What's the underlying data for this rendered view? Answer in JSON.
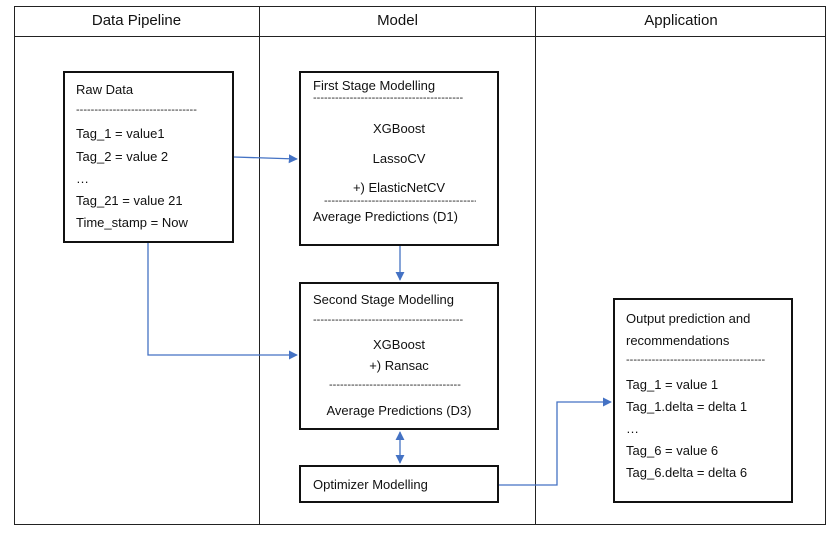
{
  "headers": {
    "data_pipeline": "Data Pipeline",
    "model": "Model",
    "application": "Application"
  },
  "raw_data": {
    "title": "Raw Data",
    "separator": "---------------------------------",
    "lines": [
      "Tag_1  = value1",
      "Tag_2  = value 2",
      "…",
      "Tag_21  = value  21",
      "Time_stamp  = Now"
    ]
  },
  "first_stage": {
    "title": "First Stage Modelling",
    "separator": "-----------------------------------------",
    "models": [
      "XGBoost",
      "LassoCV",
      "+)  ElasticNetCV"
    ],
    "separator2": "-------------------------------------------",
    "result": "Average Predictions (D1)"
  },
  "second_stage": {
    "title": "Second Stage Modelling",
    "separator": "-----------------------------------------",
    "models": [
      "XGBoost",
      "+) Ransac"
    ],
    "separator2": "------------------------------------",
    "result": "Average Predictions (D3)"
  },
  "optimizer": {
    "title": "Optimizer Modelling"
  },
  "output": {
    "title_line1": "Output prediction and",
    "title_line2": "recommendations",
    "separator": "--------------------------------------",
    "lines": [
      "Tag_1  = value  1",
      "Tag_1.delta  = delta  1",
      "…",
      "Tag_6  = value  6",
      "Tag_6.delta  = delta  6"
    ]
  },
  "colors": {
    "arrow": "#4472C4",
    "border": "#111111"
  }
}
